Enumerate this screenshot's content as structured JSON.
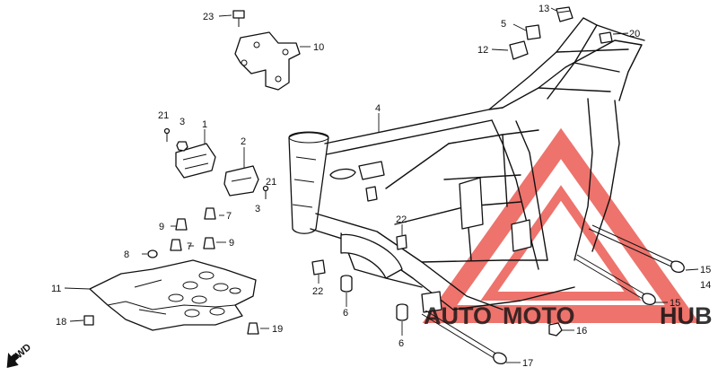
{
  "fwd_label": "FWD",
  "callouts": {
    "c1": "1",
    "c2": "2",
    "c3a": "3",
    "c3b": "3",
    "c4": "4",
    "c5": "5",
    "c6a": "6",
    "c6b": "6",
    "c7a": "7",
    "c7b": "7",
    "c8": "8",
    "c9a": "9",
    "c9b": "9",
    "c10": "10",
    "c11": "11",
    "c12": "12",
    "c13": "13",
    "c14": "14",
    "c15a": "15",
    "c15b": "15",
    "c16": "16",
    "c17": "17",
    "c18": "18",
    "c19": "19",
    "c20": "20",
    "c21a": "21",
    "c21b": "21",
    "c22a": "22",
    "c22b": "22",
    "c23": "23"
  },
  "watermark": {
    "text_1": "AUTO",
    "text_2": "MOTO",
    "text_3": "HUB",
    "colors": {
      "accent": "#e8453c",
      "dark": "#3a3a3a"
    }
  }
}
